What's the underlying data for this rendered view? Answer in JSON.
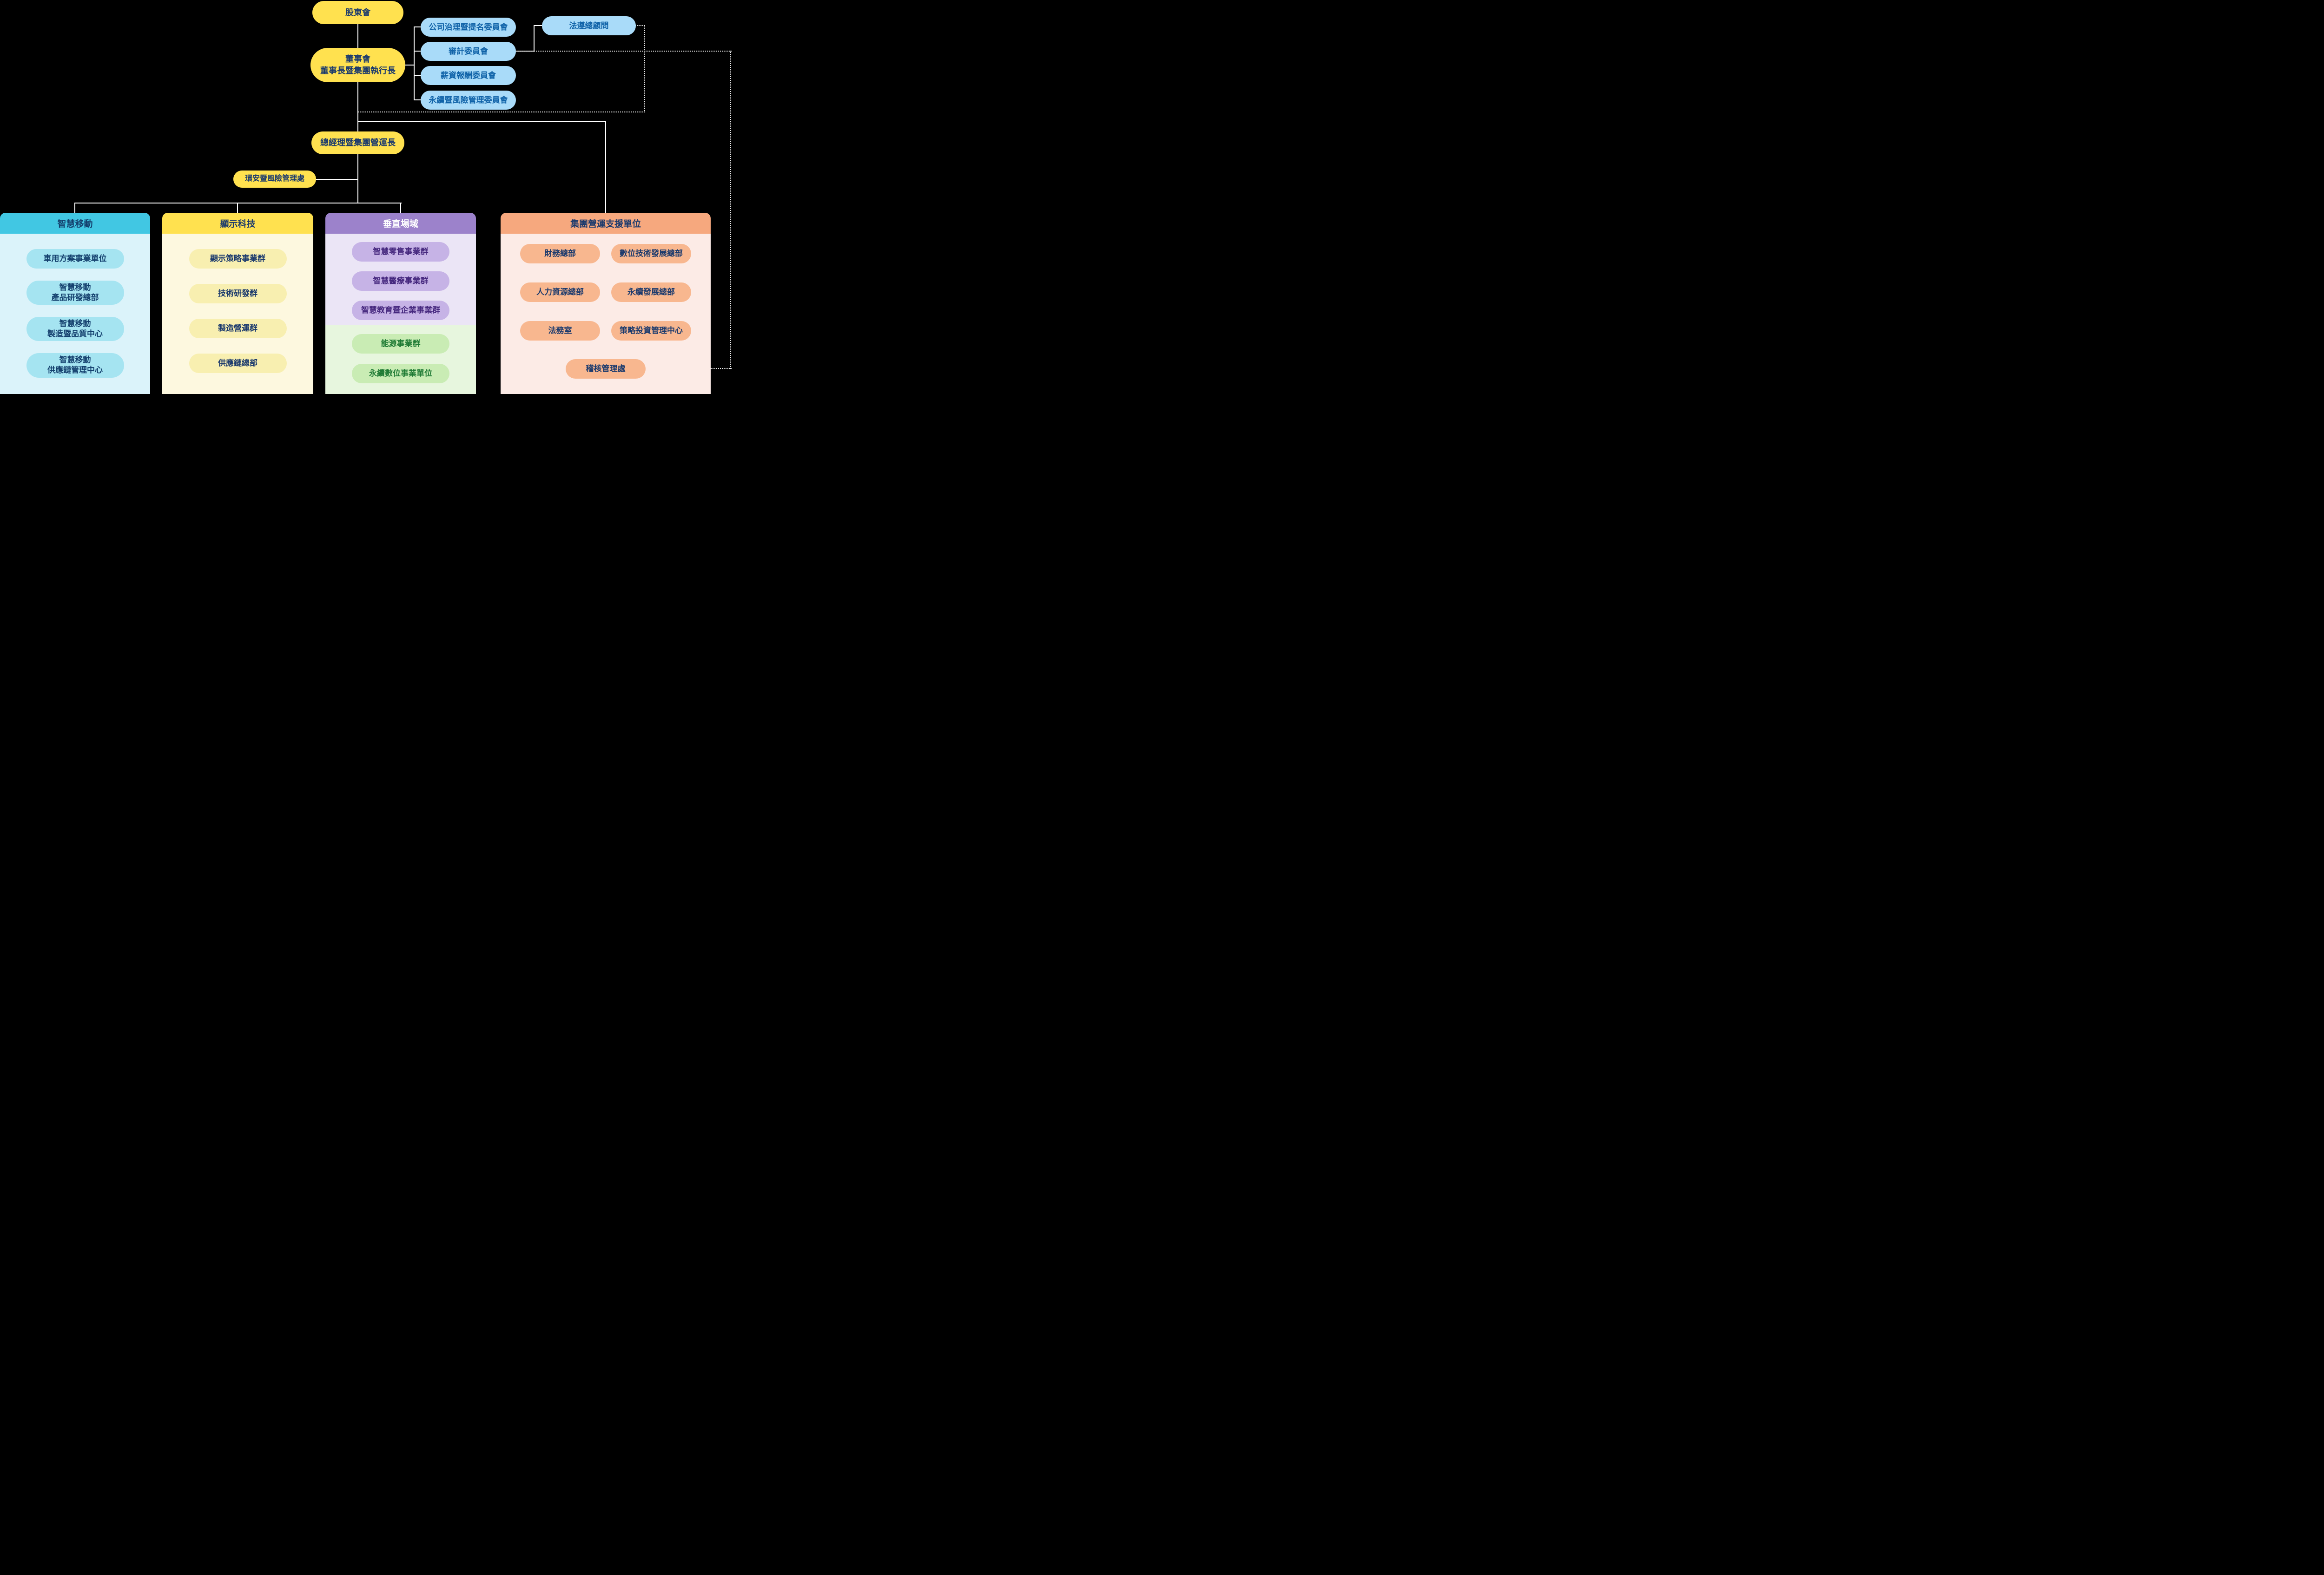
{
  "colors": {
    "background": "#000000",
    "yellow_node": "#FFE14F",
    "blue_node": "#A9DBF9",
    "navy_text": "#1B3A6D",
    "blue_text": "#0F62A8",
    "mobility_header": "#41C7E3",
    "mobility_body": "#DBF3FA",
    "mobility_pill": "#A5E4F1",
    "display_header": "#FFE14F",
    "display_body": "#FDF8DF",
    "display_pill": "#F8EFB0",
    "vertical_header": "#9C82CB",
    "vertical_body": "#EBE5F6",
    "vertical_pill": "#C6B3E6",
    "green_body": "#E7F6DE",
    "green_pill": "#C9ECB4",
    "support_header": "#F6A87E",
    "support_body": "#FCEBE6",
    "support_pill": "#F8B78F",
    "connector": "#FFFFFF"
  },
  "nodes": {
    "shareholders": {
      "label": "股東會"
    },
    "board": {
      "label": "董事會\n董事長暨集團執行長"
    },
    "committees": [
      {
        "label": "公司治理暨提名委員會"
      },
      {
        "label": "審計委員會"
      },
      {
        "label": "薪資報酬委員會"
      },
      {
        "label": "永續暨風險管理委員會"
      }
    ],
    "compliance": {
      "label": "法遵總顧問"
    },
    "coo": {
      "label": "總經理暨集團營運長"
    },
    "ehs": {
      "label": "環安暨風險管理處"
    }
  },
  "groups": [
    {
      "title": "智慧移動",
      "units": [
        "車用方案事業單位",
        "智慧移動\n產品研發總部",
        "智慧移動\n製造暨品質中心",
        "智慧移動\n供應鏈管理中心"
      ]
    },
    {
      "title": "顯示科技",
      "units": [
        "顯示策略事業群",
        "技術研發群",
        "製造營運群",
        "供應鏈總部"
      ]
    },
    {
      "title": "垂直場域",
      "units": [
        "智慧零售事業群",
        "智慧醫療事業群",
        "智慧教育暨企業事業群"
      ],
      "sub_units": [
        "能源事業群",
        "永續數位事業單位"
      ]
    },
    {
      "title": "集團營運支援單位",
      "units": [
        "財務總部",
        "數位技術發展總部",
        "人力資源總部",
        "永續發展總部",
        "法務室",
        "策略投資管理中心"
      ],
      "footer_unit": "稽核管理處"
    }
  ]
}
